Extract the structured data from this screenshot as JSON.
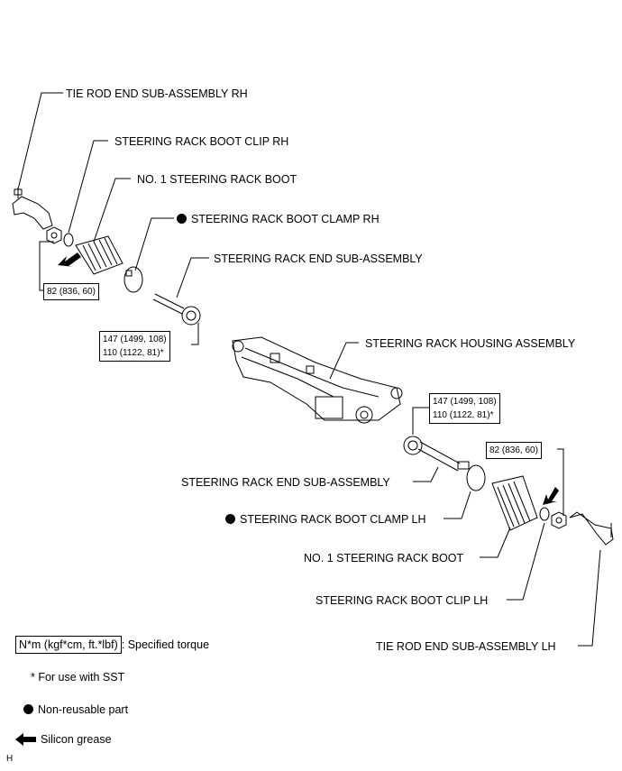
{
  "labels": {
    "tie_rod_rh": "TIE ROD END SUB-ASSEMBLY RH",
    "boot_clip_rh": "STEERING RACK BOOT CLIP RH",
    "boot_rh": "NO. 1 STEERING RACK BOOT",
    "boot_clamp_rh": "STEERING RACK BOOT CLAMP RH",
    "rack_end_rh": "STEERING RACK END SUB-ASSEMBLY",
    "housing": "STEERING RACK HOUSING ASSEMBLY",
    "rack_end_lh": "STEERING RACK END SUB-ASSEMBLY",
    "boot_clamp_lh": "STEERING RACK BOOT CLAMP LH",
    "boot_lh": "NO. 1 STEERING RACK BOOT",
    "boot_clip_lh": "STEERING RACK BOOT CLIP LH",
    "tie_rod_lh": "TIE ROD END SUB-ASSEMBLY LH"
  },
  "torques": {
    "nut_rh": "82 (836, 60)",
    "rack_end_rh_1": "147 (1499, 108)",
    "rack_end_rh_2": "110 (1122, 81)*",
    "rack_end_lh_1": "147 (1499, 108)",
    "rack_end_lh_2": "110 (1122, 81)*",
    "nut_lh": "82 (836, 60)"
  },
  "legend": {
    "torque_units": "N*m (kgf*cm, ft.*lbf)",
    "torque_desc": ": Specified torque",
    "sst_note": "* For use with SST",
    "non_reusable": "Non-reusable part",
    "silicon_grease": "Silicon grease"
  },
  "footer_code": "H"
}
